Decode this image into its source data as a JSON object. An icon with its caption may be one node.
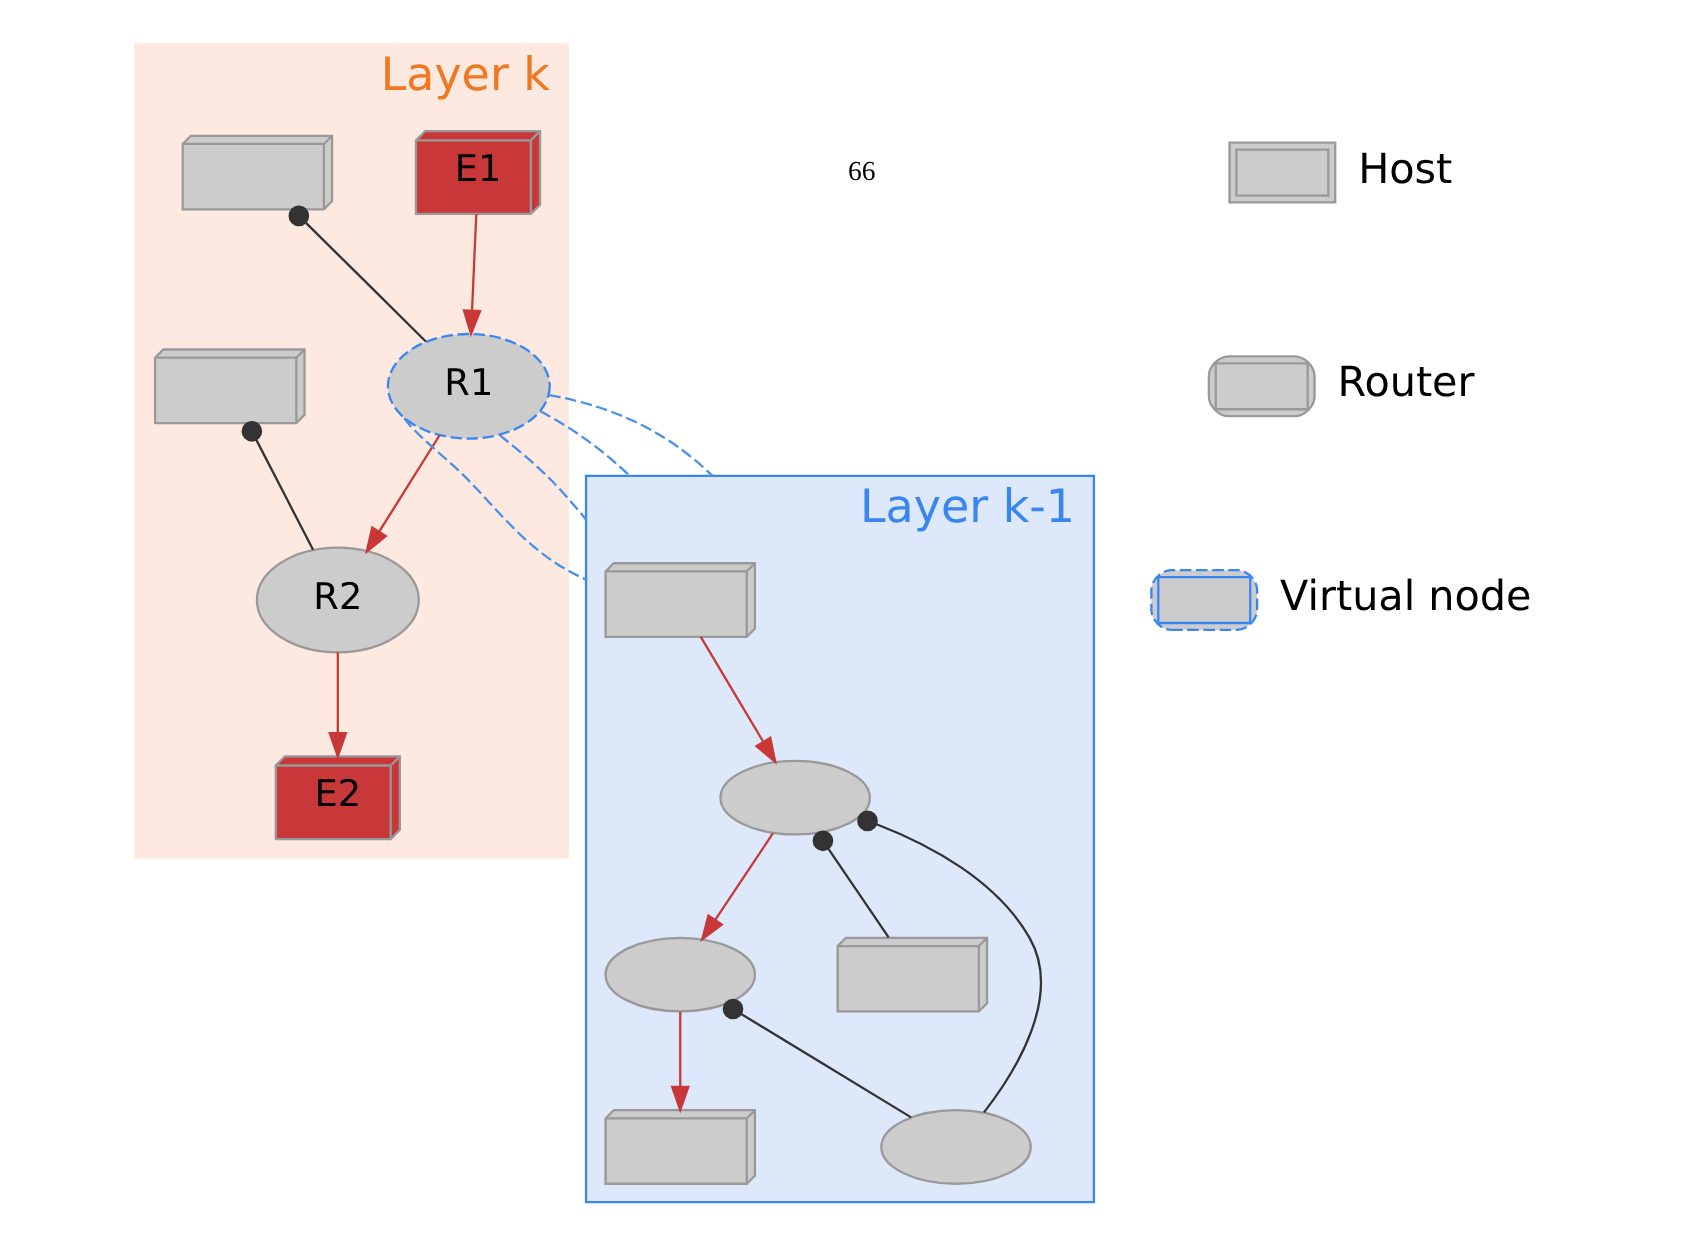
{
  "diagram": {
    "nodes": [
      {
        "text": [
          "Layer k"
        ]
      },
      {
        "text": [
          "E1"
        ],
        "in": 0
      },
      {
        "text": [],
        "shape": "box",
        "in": 0
      },
      {
        "text": [
          "R1"
        ],
        "in": 0
      },
      {
        "text": [
          "R2"
        ],
        "in": 0
      },
      {
        "text": [],
        "shape": "box",
        "in": 0
      },
      {
        "text": [
          "E2"
        ],
        "in": 0
      },
      {
        "text": [
          "Layer k-1"
        ]
      },
      {
        "text": [],
        "shape": "box",
        "in": 7
      },
      {
        "text": [],
        "shape": "cylinder",
        "in": 7
      },
      {
        "text": [],
        "shape": "box",
        "in": 7
      },
      {
        "text": [],
        "shape": "cylinder",
        "in": 7
      },
      {
        "text": [],
        "shape": "box",
        "in": 7
      },
      {
        "text": [],
        "shape": "cylinder",
        "in": 7
      }
    ],
    "edges": [
      {
        "from": 1,
        "to": 3,
        "arrow": "to"
      },
      {
        "from": 2,
        "to": 3,
        "arrow": "other",
        "color": "#333333"
      },
      {
        "from": 3,
        "to": 4,
        "arrow": "to"
      },
      {
        "from": 5,
        "to": 4,
        "arrow": "other",
        "color": "#333333"
      },
      {
        "from": 4,
        "to": 6,
        "arrow": "to"
      },
      {
        "from": 3,
        "to": 7,
        "arrow": "none",
        "style": "dashed",
        "color": "#4a8fe8"
      },
      {
        "from": 3,
        "to": 7,
        "arrow": "none",
        "style": "dashed",
        "color": "#4a8fe8"
      },
      {
        "from": 3,
        "to": 7,
        "arrow": "none",
        "style": "dashed",
        "color": "#4a8fe8"
      },
      {
        "from": 3,
        "to": 7,
        "arrow": "none",
        "style": "dashed",
        "color": "#4a8fe8"
      },
      {
        "from": 8,
        "to": 11,
        "arrow": "to"
      },
      {
        "from": 11,
        "to": 9,
        "arrow": "to"
      },
      {
        "from": 9,
        "to": 10,
        "arrow": "to"
      },
      {
        "from": 11,
        "to": 12,
        "arrow": "other",
        "color": "#333333"
      },
      {
        "from": 11,
        "to": 13,
        "arrow": "other",
        "color": "#333333"
      },
      {
        "from": 9,
        "to": 13,
        "arrow": "other",
        "color": "#333333"
      }
    ],
    "labels": [
      "66"
    ],
    "legend": [
      {
        "text": "Host"
      },
      {
        "text": "Router"
      },
      {
        "text": "Virtual node"
      }
    ]
  }
}
